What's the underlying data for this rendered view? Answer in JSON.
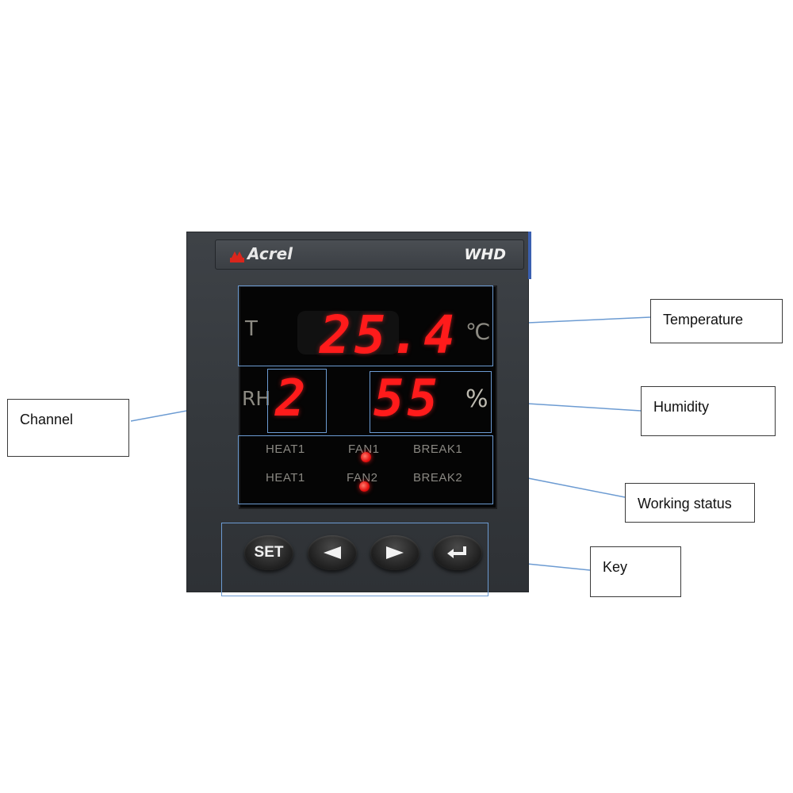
{
  "device": {
    "brand": "Acrel",
    "model": "WHD",
    "display": {
      "temp_symbol": "T",
      "temperature": "25.4",
      "temp_unit": "℃",
      "rh_symbol": "RH",
      "channel": "2",
      "humidity": "55",
      "humidity_unit": "%"
    },
    "status": {
      "row1": [
        "HEAT1",
        "FAN1",
        "BREAK1"
      ],
      "row2": [
        "HEAT1",
        "FAN2",
        "BREAK2"
      ],
      "fan1_led": "on",
      "fan2_led": "on"
    },
    "keys": {
      "set": "SET",
      "left_icon": "left-arrow-icon",
      "right_icon": "right-arrow-icon",
      "enter_icon": "enter-icon"
    }
  },
  "callouts": {
    "temperature": "Temperature",
    "humidity": "Humidity",
    "channel": "Channel",
    "working_status": "Working status",
    "key": "Key"
  },
  "colors": {
    "digits": "#ff1b1b",
    "leader_lines": "#6c9bd2",
    "device_body": "#383c40"
  }
}
